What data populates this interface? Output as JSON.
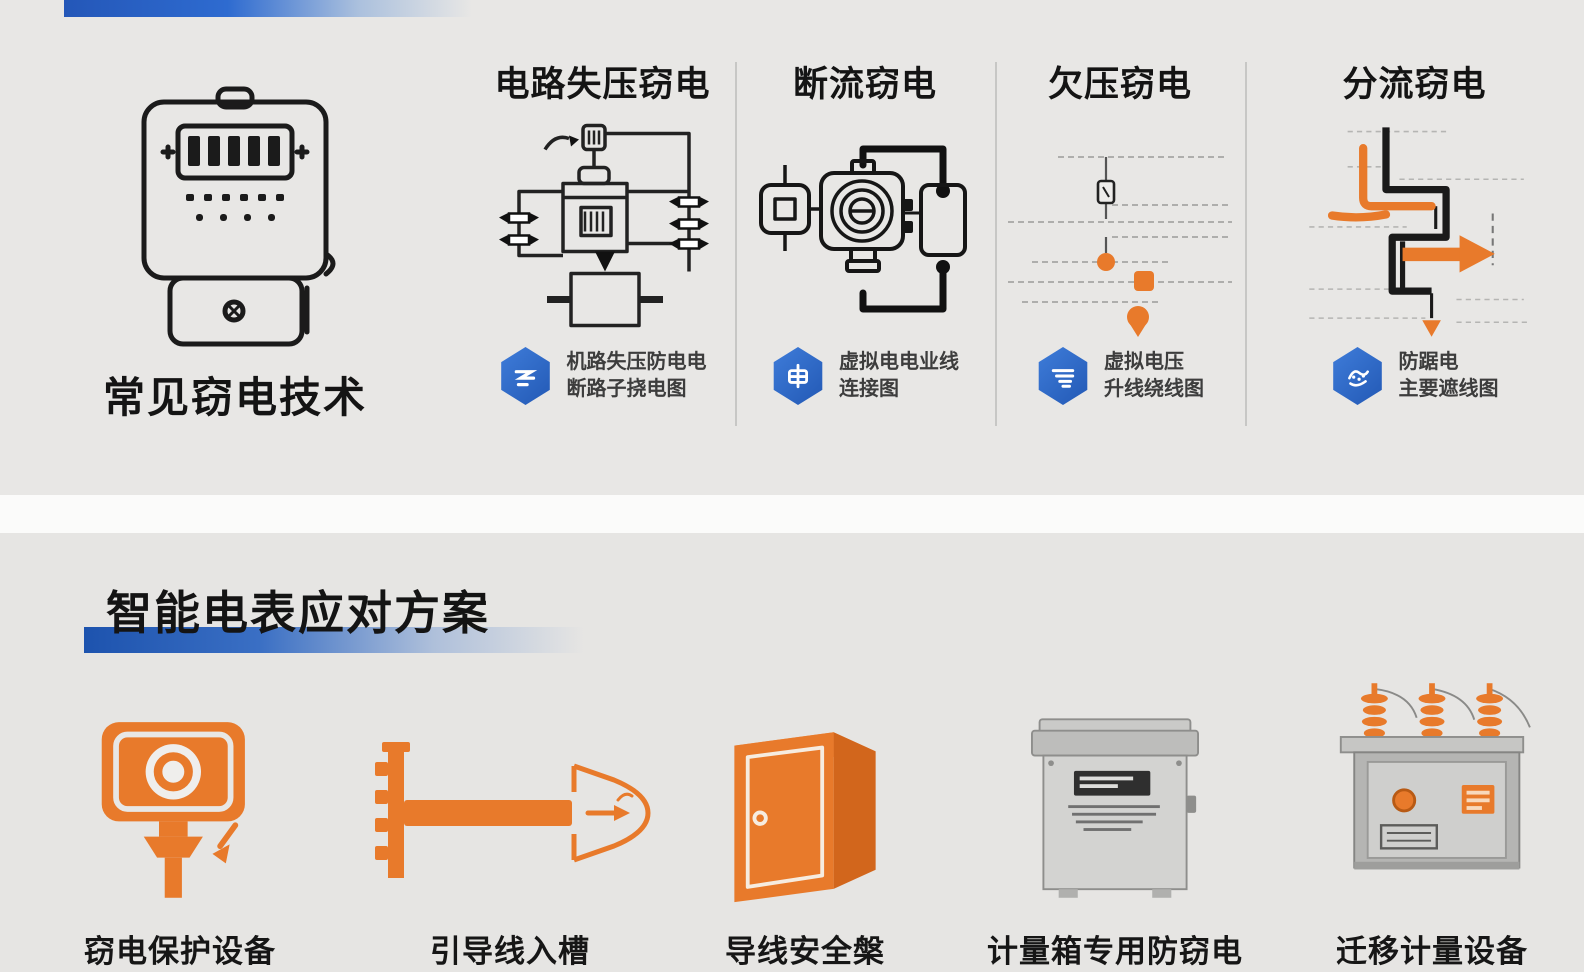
{
  "colors": {
    "background": "#e8e7e5",
    "accent_blue": "#2b66c6",
    "badge_blue": "#2e6cc9",
    "accent_orange": "#e87a2b",
    "diagram_ink": "#1a1a1a"
  },
  "top_section": {
    "meter_label": "常见窃电技术",
    "columns": [
      {
        "title": "电路失压窃电",
        "badge_icon": "flying-doc-icon",
        "caption_line1": "机路失压防电电",
        "caption_line2": "断路子挠电图"
      },
      {
        "title": "断流窃电",
        "badge_icon": "meter-plug-icon",
        "caption_line1": "虚拟电电业线",
        "caption_line2": "连接图"
      },
      {
        "title": "欠压窃电",
        "badge_icon": "stacked-lines-icon",
        "caption_line1": "虚拟电压",
        "caption_line2": "升线绕线图"
      },
      {
        "title": "分流窃电",
        "badge_icon": "scribble-dots-icon",
        "caption_line1": "防踞电",
        "caption_line2": "主要遮线图"
      }
    ]
  },
  "bottom_section": {
    "title": "智能电表应对方案",
    "items": [
      {
        "label": "窃电保护设备",
        "illustration": "camera-device"
      },
      {
        "label": "引导线入槽",
        "illustration": "guide-rail"
      },
      {
        "label": "导线安全槃",
        "illustration": "orange-cabinet"
      },
      {
        "label": "计量箱专用防窃电",
        "illustration": "metering-box"
      },
      {
        "label": "迁移计量设备",
        "illustration": "transformer-unit"
      }
    ]
  }
}
